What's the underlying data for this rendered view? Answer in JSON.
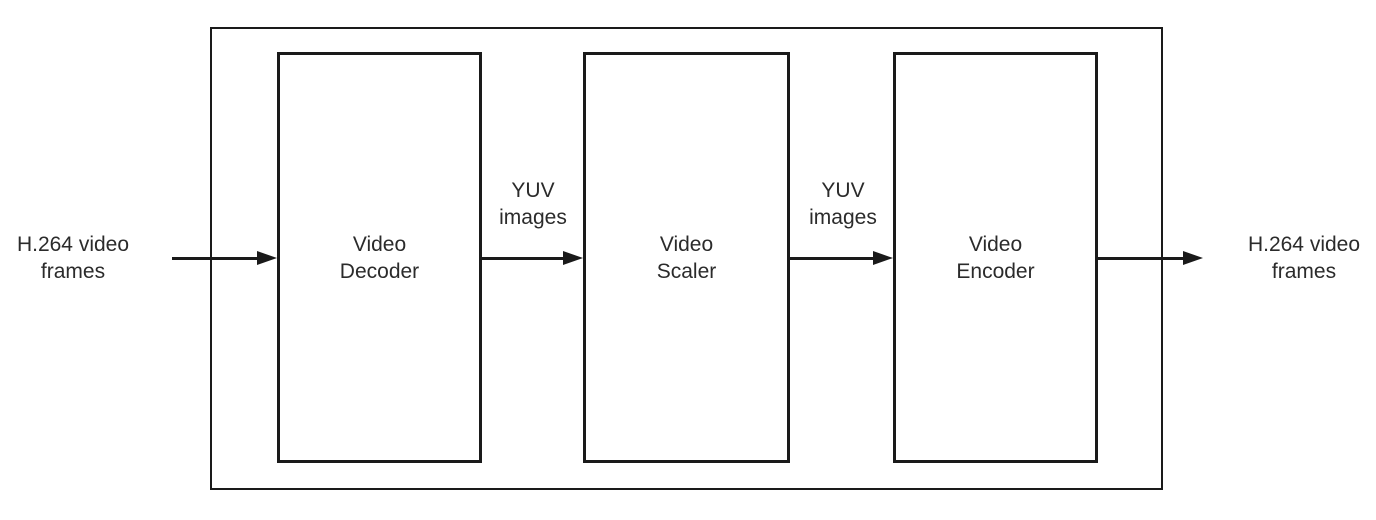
{
  "colors": {
    "background": "#ffffff",
    "line": "#1a1a1a",
    "text": "#2b2b2b"
  },
  "io_labels": {
    "input": {
      "line1": "H.264 video",
      "line2": "frames"
    },
    "output": {
      "line1": "H.264 video",
      "line2": "frames"
    }
  },
  "nodes": [
    {
      "line1": "Video",
      "line2": "Decoder"
    },
    {
      "line1": "Video",
      "line2": "Scaler"
    },
    {
      "line1": "Video",
      "line2": "Encoder"
    }
  ],
  "edge_labels": [
    {
      "line1": "YUV",
      "line2": "images"
    },
    {
      "line1": "YUV",
      "line2": "images"
    }
  ]
}
